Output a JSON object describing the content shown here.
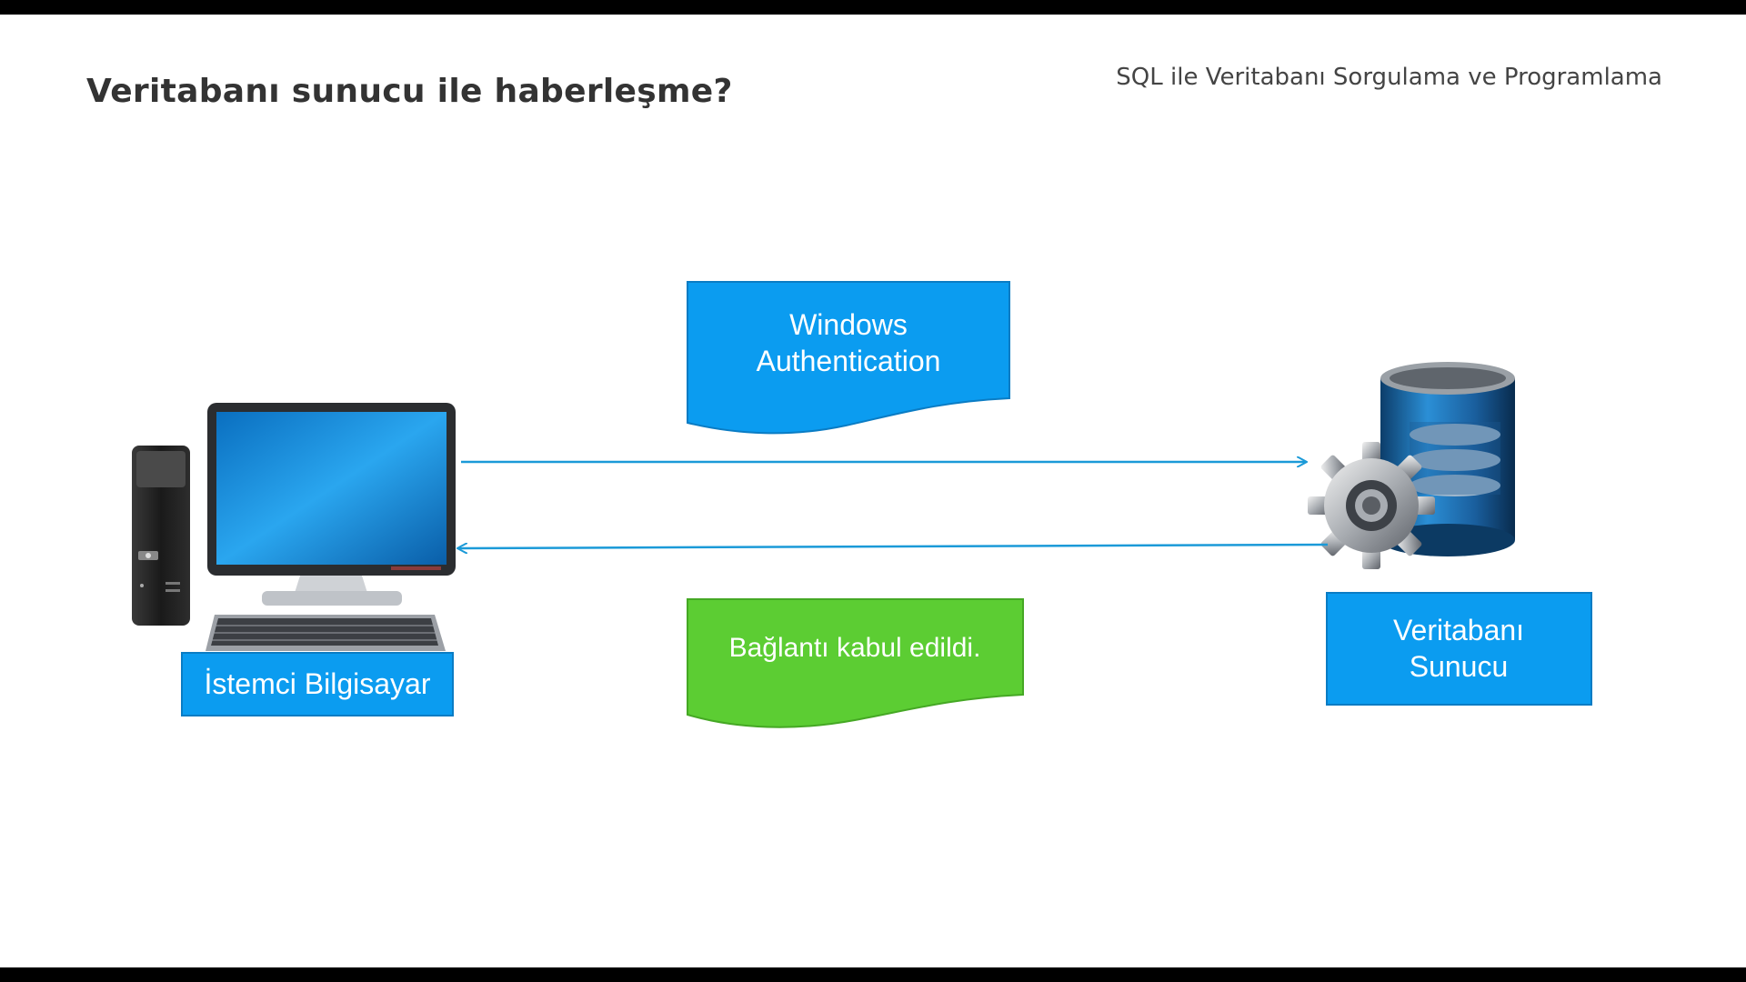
{
  "slide": {
    "title": "Veritabanı sunucu ile haberleşme?",
    "course": "SQL ile Veritabanı Sorgulama ve Programlama"
  },
  "diagram": {
    "client": {
      "label": "İstemci Bilgisayar",
      "icon": "desktop-computer-icon"
    },
    "server": {
      "label_line1": "Veritabanı",
      "label_line2": "Sunucu",
      "icon": "database-server-gear-icon"
    },
    "request": {
      "line1": "Windows",
      "line2": "Authentication"
    },
    "response": {
      "text": "Bağlantı kabul edildi."
    }
  },
  "colors": {
    "blue_box": "#0b9cf0",
    "green_box": "#5ccd33",
    "arrow": "#1b9ad8",
    "title": "#333333"
  }
}
